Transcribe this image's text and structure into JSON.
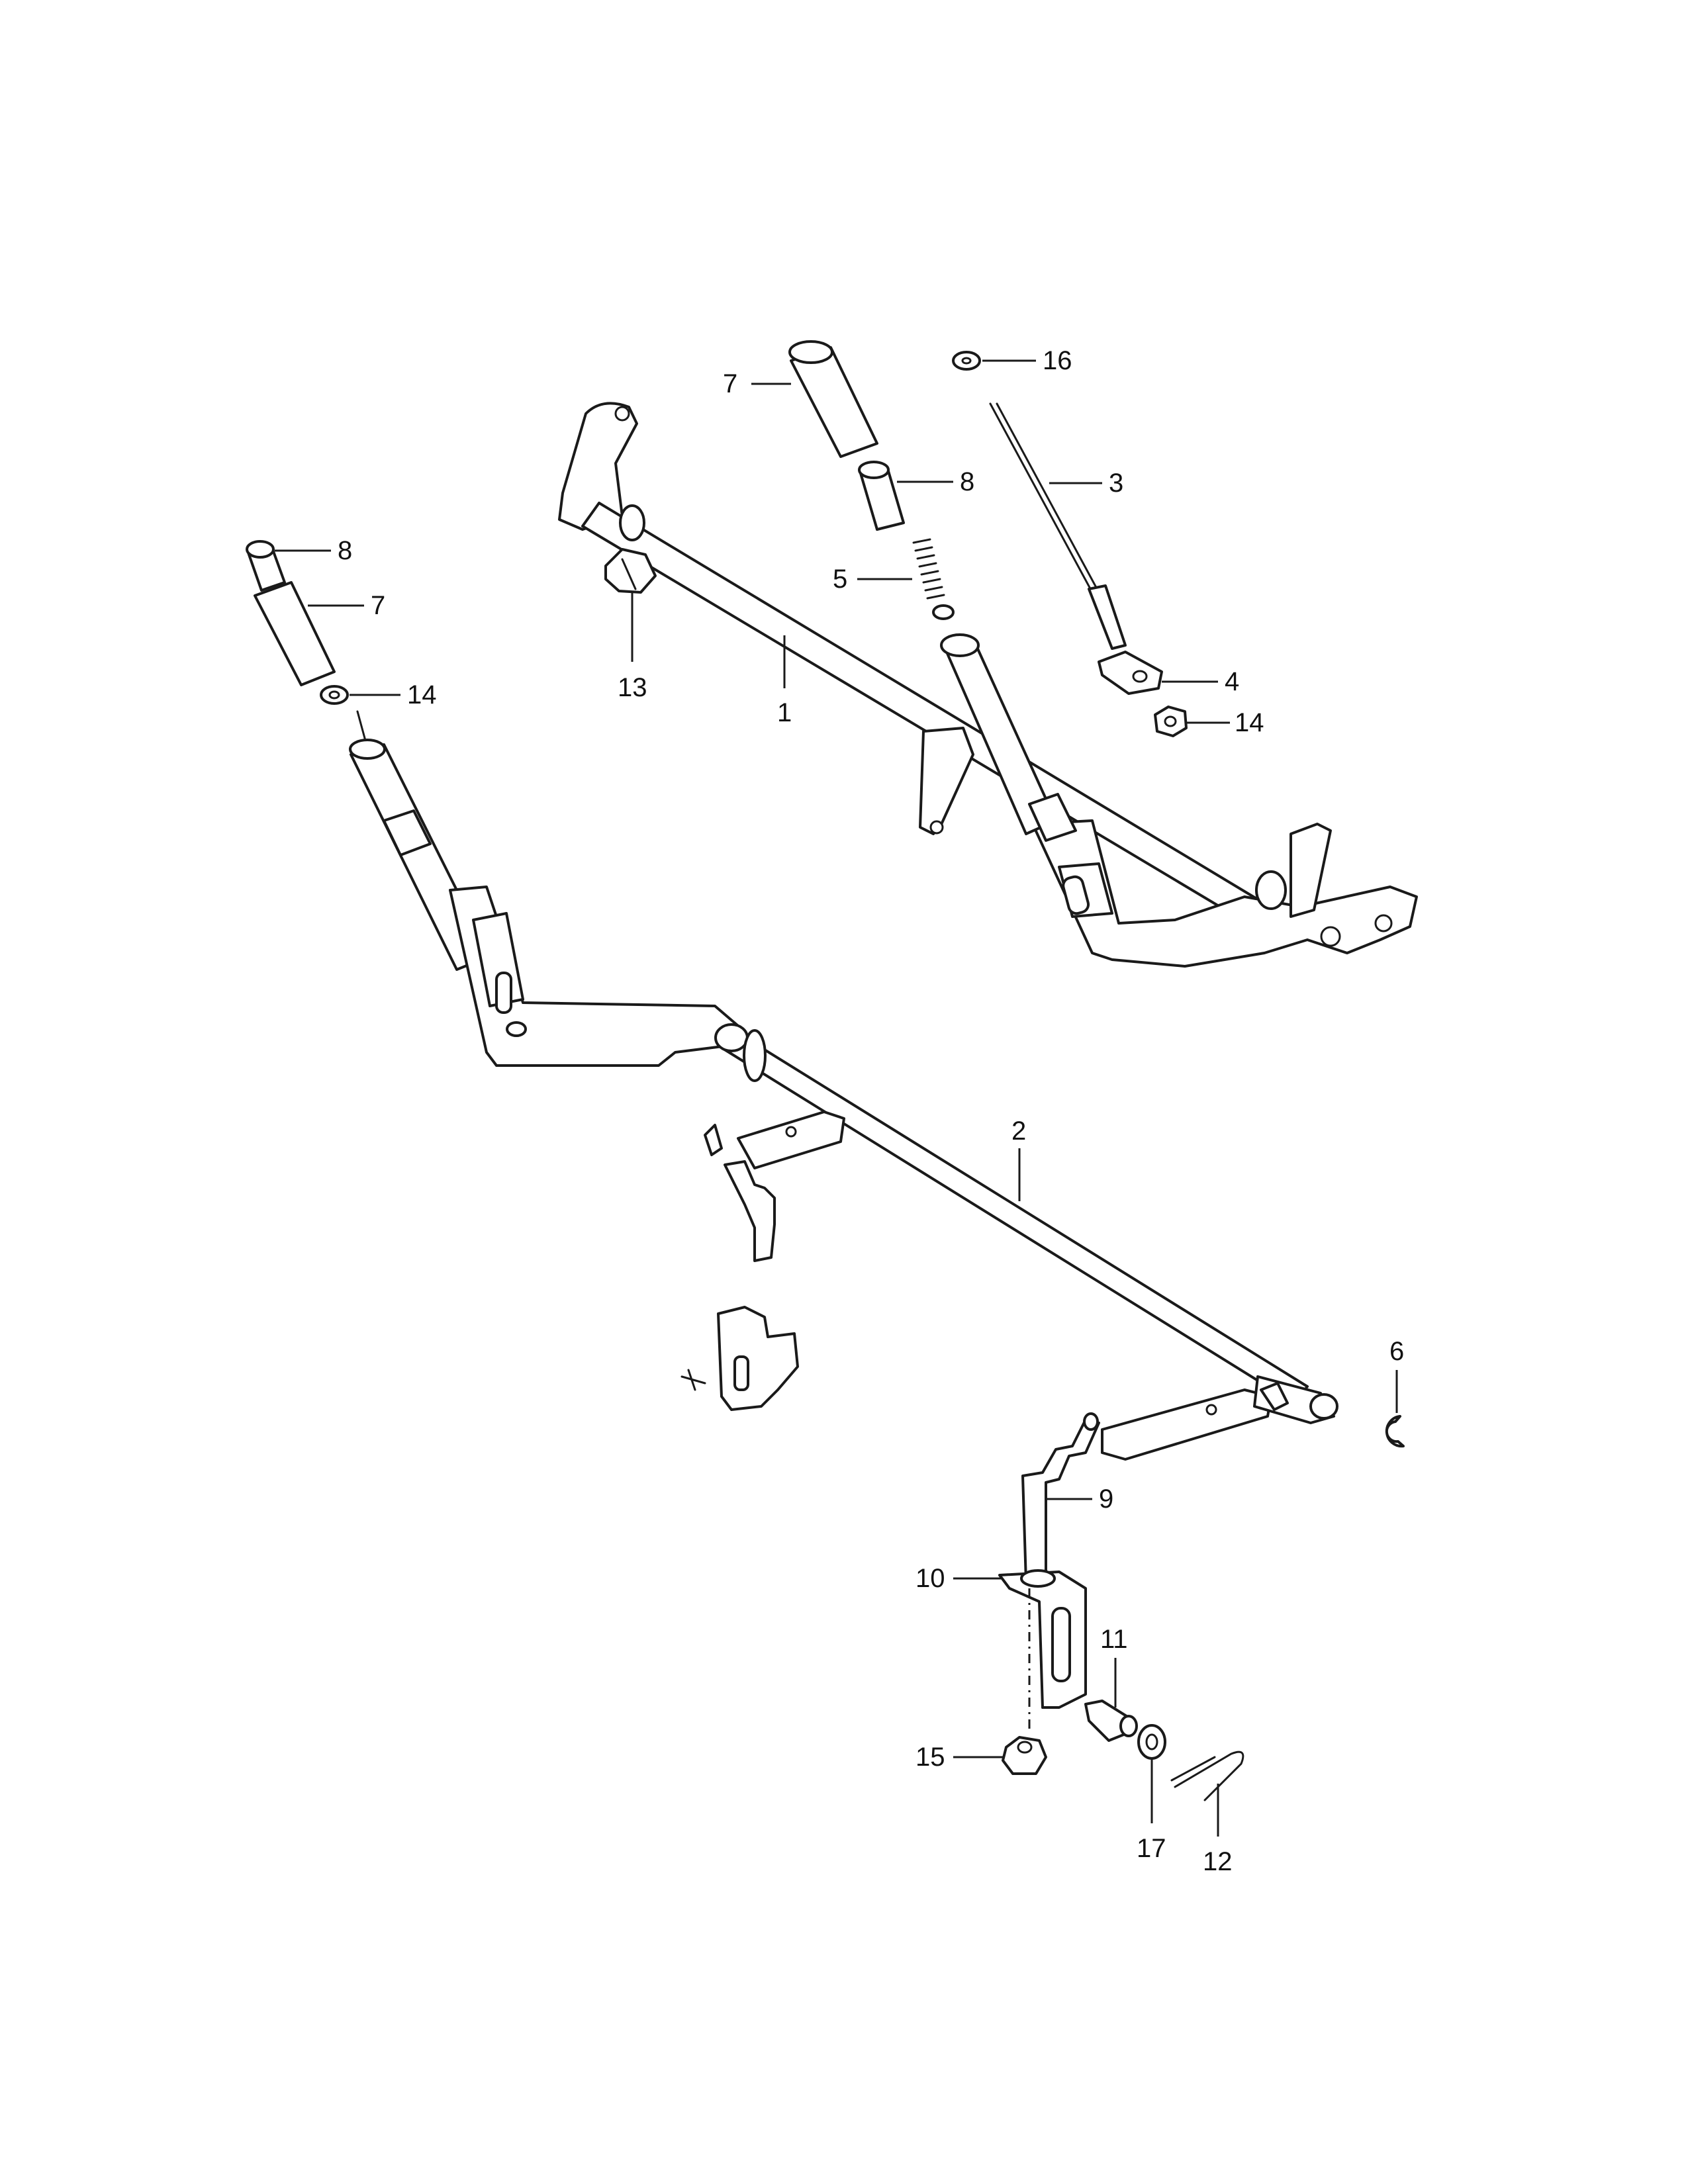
{
  "callouts": [
    {
      "id": "c16a",
      "text": "16"
    },
    {
      "id": "c7a",
      "text": "7"
    },
    {
      "id": "c8a",
      "text": "8"
    },
    {
      "id": "c3",
      "text": "3"
    },
    {
      "id": "c8b",
      "text": "8"
    },
    {
      "id": "c7b",
      "text": "7"
    },
    {
      "id": "c5",
      "text": "5"
    },
    {
      "id": "c14a",
      "text": "14"
    },
    {
      "id": "c13",
      "text": "13"
    },
    {
      "id": "c1",
      "text": "1"
    },
    {
      "id": "c4",
      "text": "4"
    },
    {
      "id": "c14b",
      "text": "14"
    },
    {
      "id": "c2",
      "text": "2"
    },
    {
      "id": "c6",
      "text": "6"
    },
    {
      "id": "c9",
      "text": "9"
    },
    {
      "id": "c10",
      "text": "10"
    },
    {
      "id": "c11",
      "text": "11"
    },
    {
      "id": "c15",
      "text": "15"
    },
    {
      "id": "c17",
      "text": "17"
    },
    {
      "id": "c12",
      "text": "12"
    }
  ]
}
